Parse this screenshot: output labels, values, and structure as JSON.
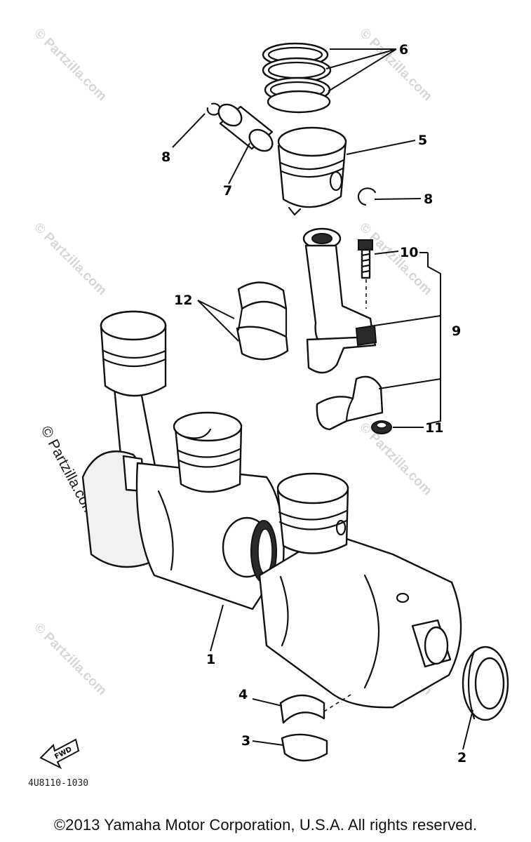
{
  "callouts": {
    "c1": "1",
    "c2": "2",
    "c3": "3",
    "c4": "4",
    "c5": "5",
    "c6": "6",
    "c7": "7",
    "c8a": "8",
    "c8b": "8",
    "c9": "9",
    "c10": "10",
    "c11": "11",
    "c12": "12"
  },
  "watermark": {
    "text": "© Partzilla.com"
  },
  "fwd_label": "FWD",
  "catalog_code": "4U8110-1030",
  "copyright": "©2013 Yamaha Motor Corporation, U.S.A. All rights reserved."
}
